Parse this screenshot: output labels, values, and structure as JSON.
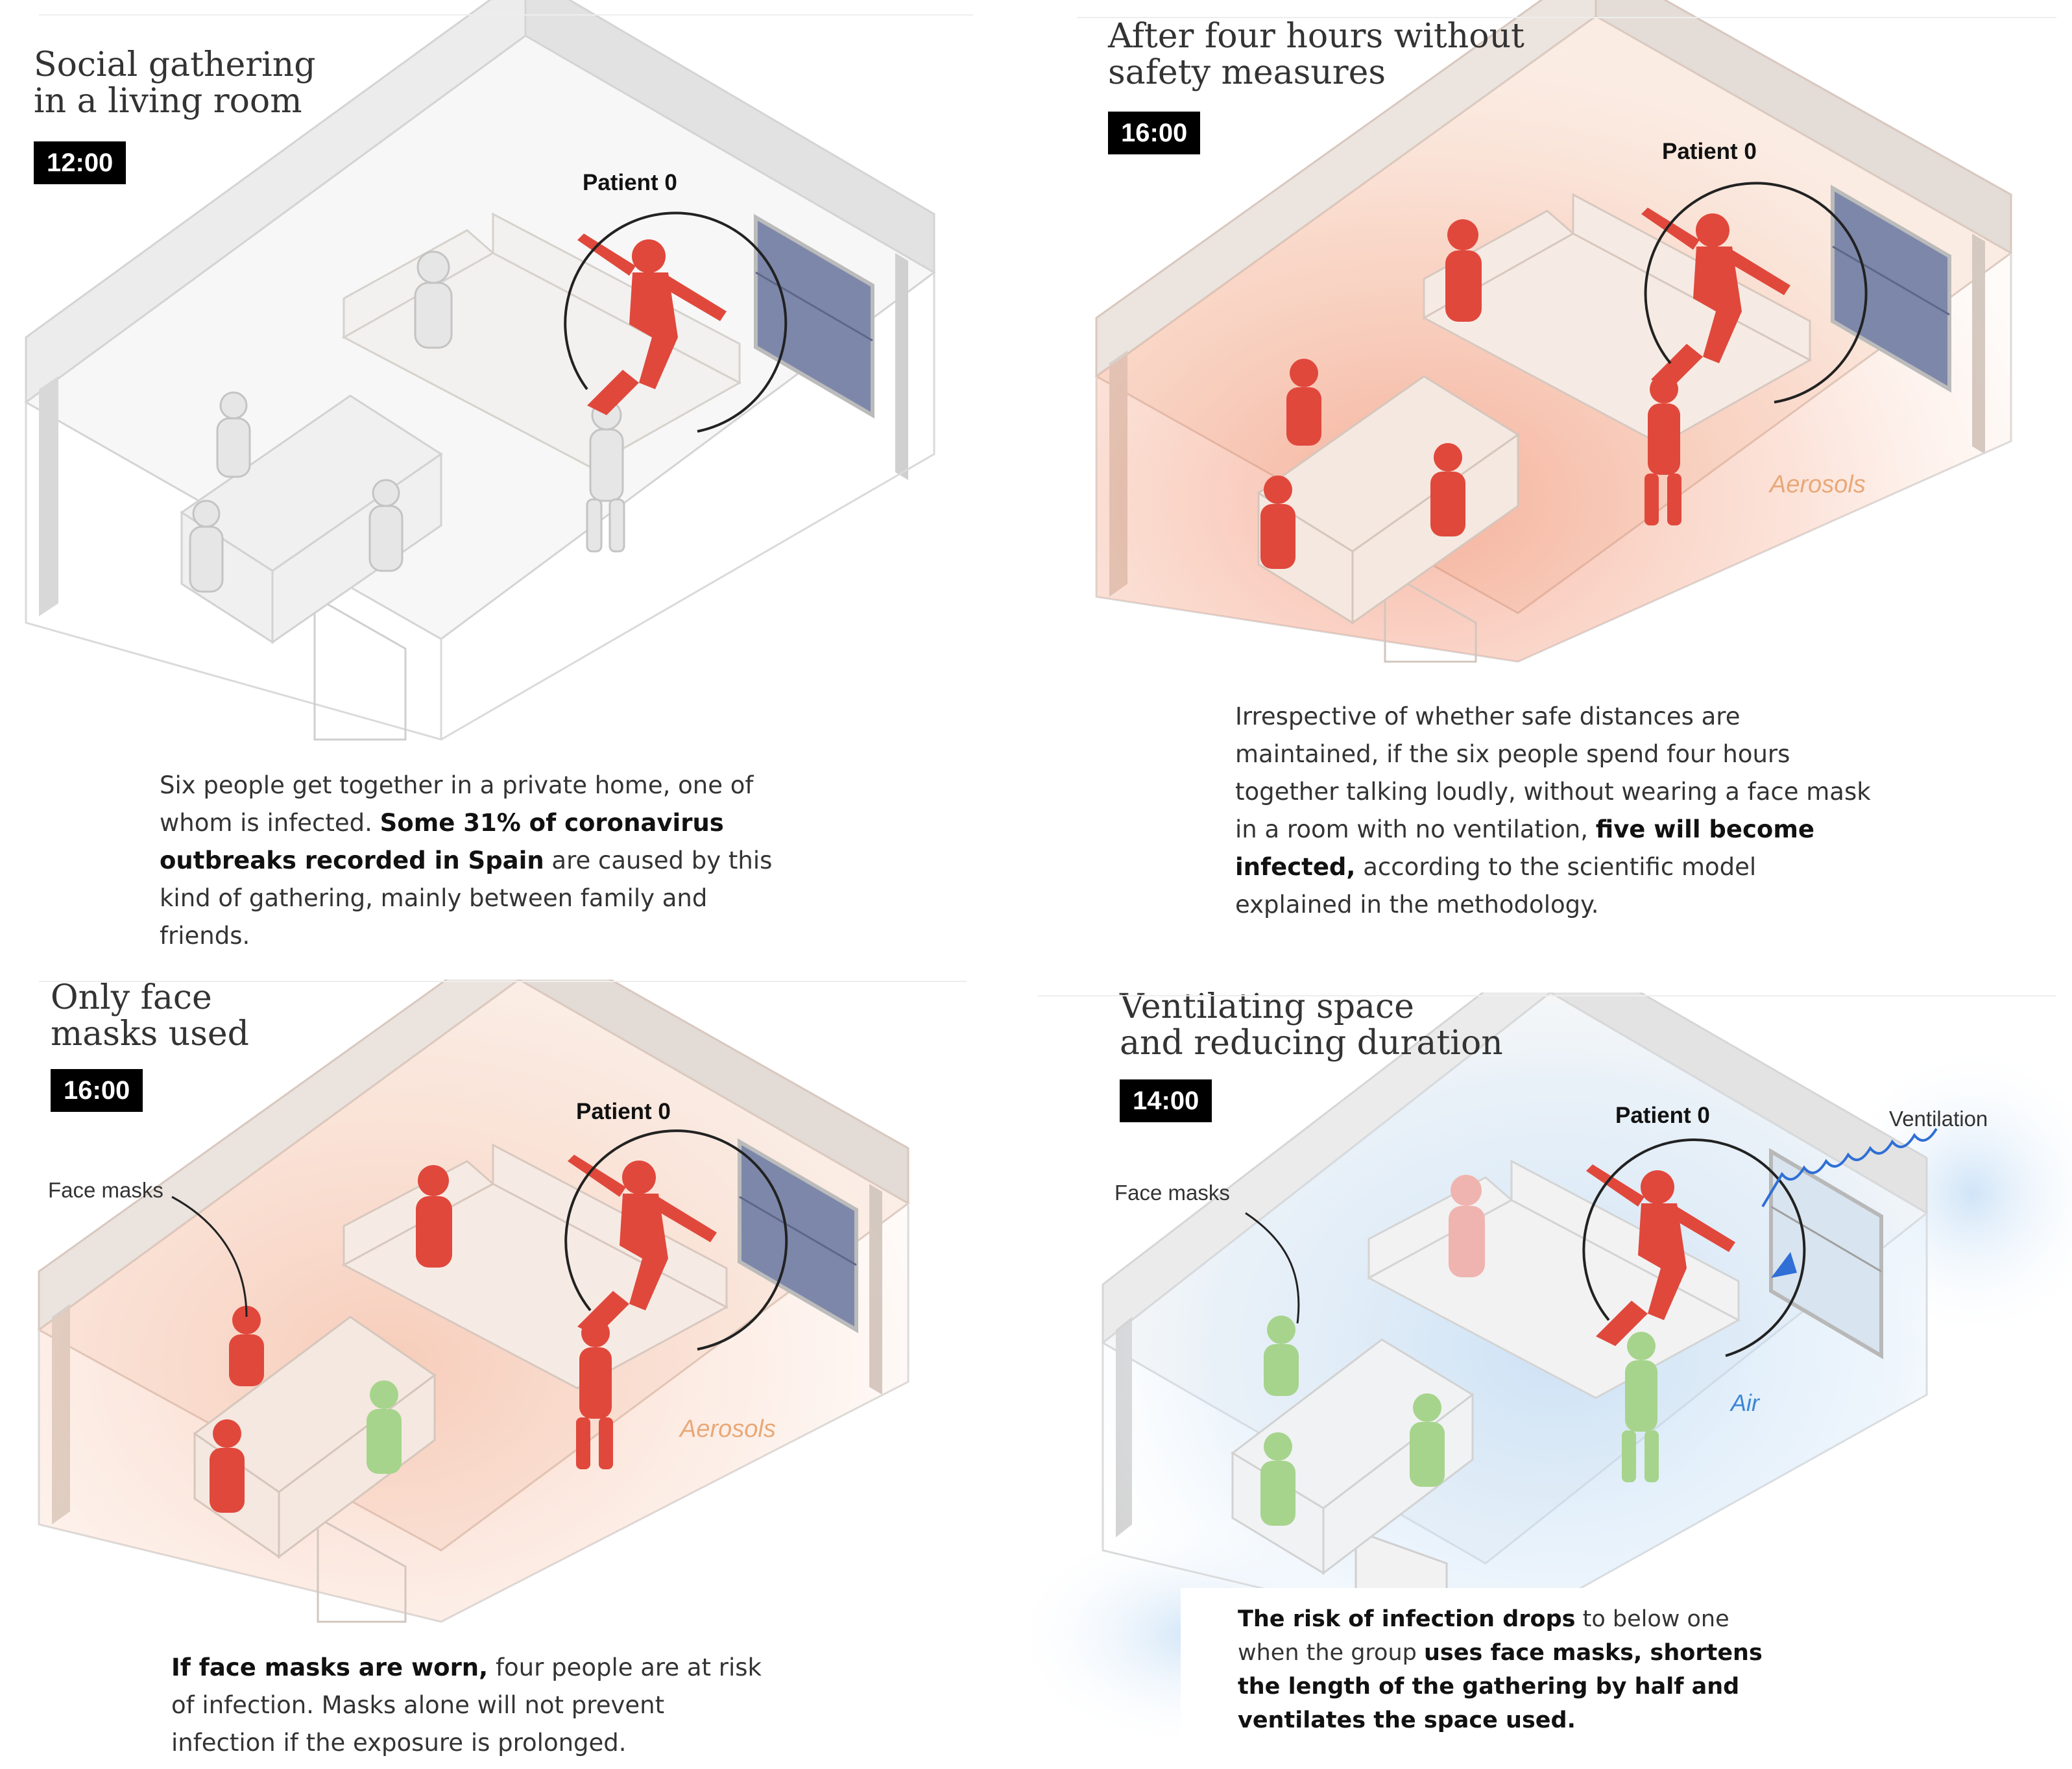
{
  "panels": [
    {
      "title": "Social gathering\nin a living room",
      "time": "12:00",
      "patient_label": "Patient 0",
      "caption": [
        {
          "text": "Six people get together in a private home, one of whom is infected. ",
          "bold": false
        },
        {
          "text": "Some 31% of coronavirus outbreaks recorded in Spain",
          "bold": true
        },
        {
          "text": " are caused by this kind of gathering, mainly between family and friends.",
          "bold": false
        }
      ]
    },
    {
      "title": "After four hours without\nsafety measures",
      "time": "16:00",
      "patient_label": "Patient 0",
      "aerosols_label": "Aerosols",
      "caption": [
        {
          "text": "Irrespective of whether safe distances are maintained, if the six people spend four hours together talking loudly, without wearing a face mask in a room with no ventilation, ",
          "bold": false
        },
        {
          "text": "five will become infected,",
          "bold": true
        },
        {
          "text": " according to the scientific model explained in the methodology.",
          "bold": false
        }
      ]
    },
    {
      "title": "Only face\nmasks used",
      "time": "16:00",
      "patient_label": "Patient 0",
      "face_masks_label": "Face masks",
      "aerosols_label": "Aerosols",
      "caption": [
        {
          "text": "If face masks are worn,",
          "bold": true
        },
        {
          "text": " four people are at risk of infection. Masks alone will not prevent infection if the exposure is prolonged.",
          "bold": false
        }
      ]
    },
    {
      "title": "Ventilating space\nand reducing duration",
      "time": "14:00",
      "patient_label": "Patient 0",
      "face_masks_label": "Face masks",
      "ventilation_label": "Ventilation",
      "air_label": "Air",
      "caption": [
        {
          "text": "The risk of infection drops",
          "bold": true
        },
        {
          "text": " to below one when the group ",
          "bold": false
        },
        {
          "text": "uses face masks, shortens the length of the gathering by half and ventilates the space used.",
          "bold": true
        }
      ]
    }
  ],
  "colors": {
    "infected": "#e0483c",
    "healthy": "#e6e6e6",
    "protected": "#a6d48c",
    "aerosol": "#f2a07e",
    "air": "#bcd9f4",
    "window": "#7d87aa"
  }
}
